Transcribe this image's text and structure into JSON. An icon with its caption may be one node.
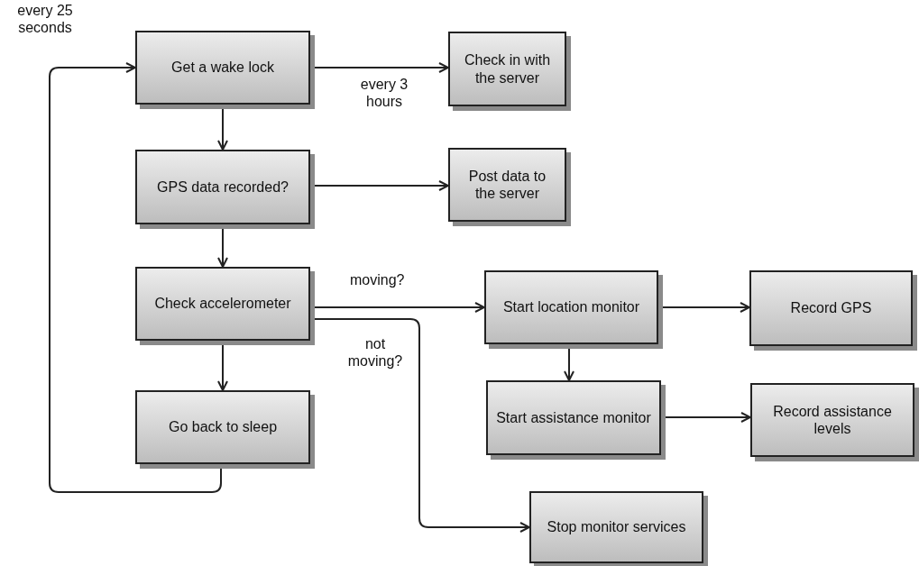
{
  "diagram": {
    "nodes": [
      {
        "text": [
          "Get a wake lock"
        ]
      },
      {
        "text": [
          "Check in with the server"
        ]
      },
      {
        "text": [
          "GPS data recorded?"
        ]
      },
      {
        "text": [
          "Post data to the server"
        ]
      },
      {
        "text": [
          "Check accelerometer"
        ]
      },
      {
        "text": [
          "Start location monitor"
        ]
      },
      {
        "text": [
          "Record GPS"
        ]
      },
      {
        "text": [
          "Go back to sleep"
        ]
      },
      {
        "text": [
          "Start assistance monitor"
        ]
      },
      {
        "text": [
          "Record assistance levels"
        ]
      },
      {
        "text": [
          "Stop monitor services"
        ]
      }
    ],
    "edges": [
      {
        "from": 0,
        "to": 1,
        "arrow": "to",
        "label": "every 3 hours"
      },
      {
        "from": 0,
        "to": 2,
        "arrow": "to"
      },
      {
        "from": 2,
        "to": 3,
        "arrow": "to"
      },
      {
        "from": 2,
        "to": 4,
        "arrow": "to"
      },
      {
        "from": 4,
        "to": 5,
        "arrow": "to",
        "label": "moving?"
      },
      {
        "from": 4,
        "to": 10,
        "arrow": "to",
        "label": "not moving?"
      },
      {
        "from": 4,
        "to": 7,
        "arrow": "to"
      },
      {
        "from": 5,
        "to": 6,
        "arrow": "to"
      },
      {
        "from": 5,
        "to": 8,
        "arrow": "to"
      },
      {
        "from": 8,
        "to": 9,
        "arrow": "to"
      },
      {
        "from": 7,
        "to": 0,
        "arrow": "to",
        "label": "every 25 seconds"
      }
    ]
  }
}
